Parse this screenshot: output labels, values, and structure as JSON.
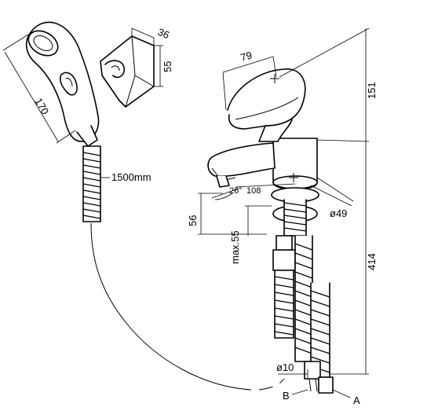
{
  "dimensions": {
    "handshower_length": "170",
    "holder_depth": "36",
    "holder_height": "55",
    "hose_length": "1500mm",
    "lever_length": "79",
    "mixer_height_top": "151",
    "spout_height": "56",
    "spout_angle": "26°",
    "spout_reach": "108",
    "deck_thickness_max": "max.55",
    "base_diameter": "ø49",
    "total_height": "414",
    "pipe_diameter": "ø10"
  },
  "connections": {
    "a": "A",
    "b": "B"
  },
  "colors": {
    "line": "#000000",
    "background": "#ffffff"
  }
}
